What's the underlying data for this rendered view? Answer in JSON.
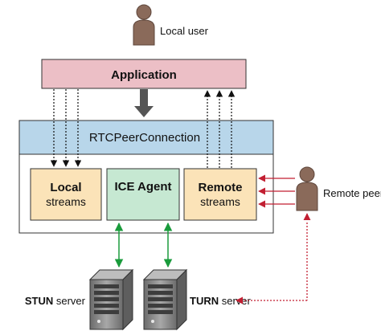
{
  "diagram": {
    "local_user": "Local user",
    "application": "Application",
    "peer_connection": "RTCPeerConnection",
    "local_streams": {
      "line1": "Local",
      "line2": "streams"
    },
    "ice_agent": "ICE Agent",
    "remote_streams": {
      "line1": "Remote",
      "line2": "streams"
    },
    "remote_peer": "Remote peer",
    "stun_server": {
      "bold": "STUN",
      "rest": " server"
    },
    "turn_server": {
      "bold": "TURN",
      "rest": " server"
    }
  },
  "colors": {
    "application_fill": "#ecbfc6",
    "peer_connection_fill": "#b8d6ea",
    "local_streams_fill": "#fbe3b8",
    "ice_agent_fill": "#c6e8d2",
    "remote_streams_fill": "#fbe3b8",
    "green_link": "#1a9b3c",
    "red_link": "#c21f32",
    "big_arrow": "#555555",
    "person": "#8a6a5a"
  }
}
